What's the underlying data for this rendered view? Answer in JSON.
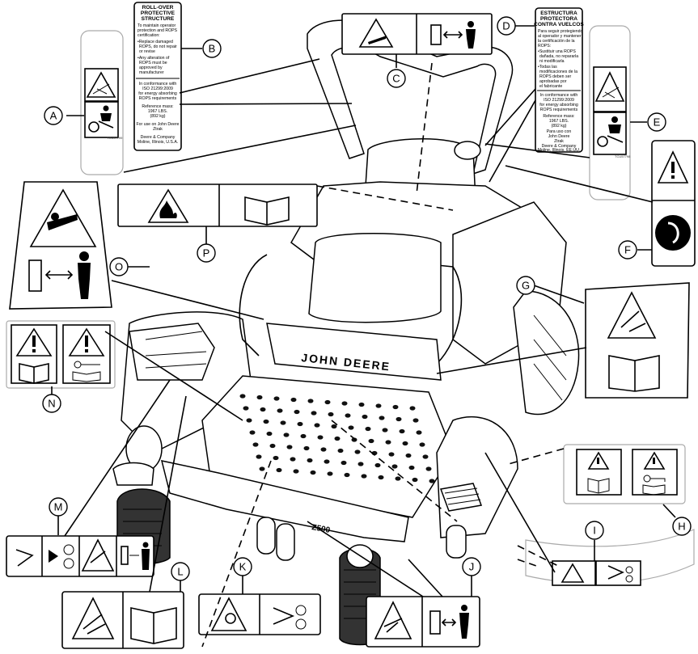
{
  "callouts": {
    "a": "A",
    "b": "B",
    "c": "C",
    "d": "D",
    "e": "E",
    "f": "F",
    "g": "G",
    "h": "H",
    "i": "I",
    "j": "J",
    "k": "K",
    "l": "L",
    "m": "M",
    "n": "N",
    "o": "O",
    "p": "P"
  },
  "brand": "JOHN DEERE",
  "model": "Z500",
  "rops_en": {
    "title_1": "ROLL-OVER",
    "title_2": "PROTECTIVE",
    "title_3": "STRUCTURE",
    "intro_1": "To maintain operator",
    "intro_2": "protection and ROPS",
    "intro_3": "certification:",
    "bullet1_1": "•Replace damaged",
    "bullet1_2": "ROPS, do not repair",
    "bullet1_3": "or revise",
    "bullet2_1": "•Any alteration of",
    "bullet2_2": "ROPS must be",
    "bullet2_3": "approved by",
    "bullet2_4": "manufacturer",
    "conf_1": "In conformance with",
    "conf_2": "ISO 21299:2009",
    "conf_3": "for energy absorbing",
    "conf_4": "ROPS requirements",
    "ref_1": "Reference mass:",
    "ref_2": "1967 LBS.",
    "ref_3": "(892 kg)",
    "use_1": "For use on John Deere",
    "use_2": "Ztrak",
    "addr_1": "Deere & Company",
    "addr_2": "Moline, Illinois, U.S.A."
  },
  "rops_es": {
    "title_1": "ESTRUCTURA",
    "title_2": "PROTECTORA",
    "title_3": "CONTRA VUELCOS",
    "intro_1": "Para seguir protegiendo",
    "intro_2": "al operador y mantener",
    "intro_3": "la certificación de la",
    "intro_4": "ROPS:",
    "bullet1_1": "•Sustituir una ROPS",
    "bullet1_2": "dañada, no repararla",
    "bullet1_3": "ni modificarla",
    "bullet2_1": "•Todas las",
    "bullet2_2": "modificaciones de la",
    "bullet2_3": "ROPS deben ser",
    "bullet2_4": "aprobadas por",
    "bullet2_5": "el fabricante",
    "conf_1": "In conformance with",
    "conf_2": "ISO 21299:2009",
    "conf_3": "for energy absorbing",
    "conf_4": "ROPS requirements",
    "ref_1": "Reference mass:",
    "ref_2": "1967 LBS.",
    "ref_3": "(892 kg)",
    "use_1": "Para uso con",
    "use_2": "John Deere",
    "use_3": "Ztrak",
    "addr_1": "Deere & Company",
    "addr_2": "Moline, Illinois, EE.UU."
  }
}
